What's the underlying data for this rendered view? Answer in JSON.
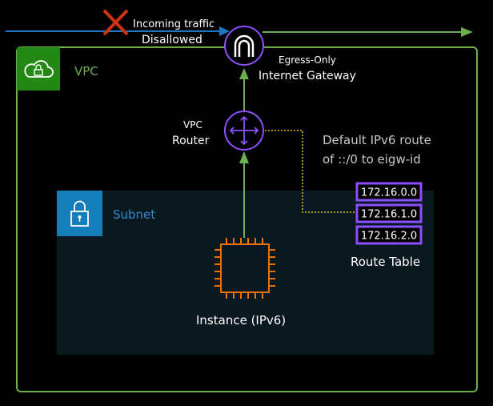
{
  "incoming": {
    "label": "Incoming traffic",
    "status": "Disallowed"
  },
  "gateway": {
    "line1": "Egress-Only",
    "line2": "Internet Gateway"
  },
  "vpc": {
    "label": "VPC"
  },
  "router": {
    "line1": "VPC",
    "line2": "Router"
  },
  "route_note": {
    "line1": "Default IPv6 route",
    "line2": "of ::/0 to eigw-id"
  },
  "subnet": {
    "label": "Subnet"
  },
  "route_table": {
    "entries": [
      "172.16.0.0",
      "172.16.1.0",
      "172.16.2.0"
    ],
    "label": "Route Table"
  },
  "instance": {
    "label": "Instance (IPv6)"
  },
  "colors": {
    "blue_arrow": "#1f77c4",
    "green": "#6ab04c",
    "purple": "#8c4fff",
    "orange": "#ed7100",
    "vpc_green": "#248814",
    "subnet_blue": "#147eba",
    "subnet_fill": "#0a1820",
    "block_red": "#d13212",
    "dotted": "#e6c229"
  },
  "icons": [
    "cross-icon",
    "gateway-icon",
    "cloud-lock-icon",
    "router-icon",
    "lock-icon",
    "chip-icon"
  ]
}
